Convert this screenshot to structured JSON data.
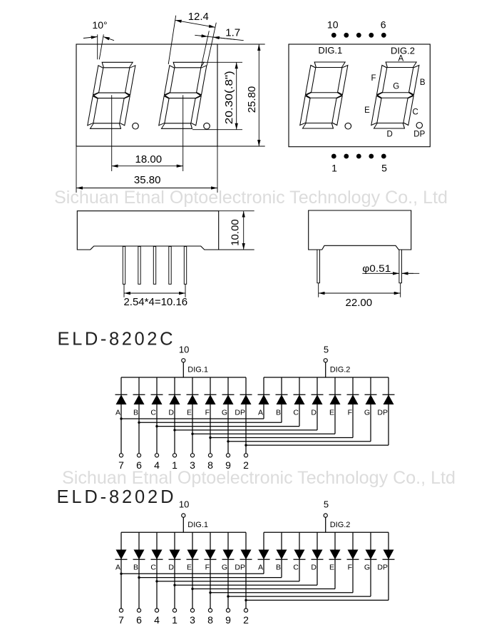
{
  "watermark": "Sichuan Etnal Optoelectronic Technology Co., Ltd",
  "front_view": {
    "angle_label": "10°",
    "digit_width_label": "12.4",
    "segment_width_label": "1.7",
    "digit_height_label": "20.30(.8\")",
    "body_height_label": "25.80",
    "digit_pitch_label": "18.00",
    "body_width_label": "35.80"
  },
  "pin_view": {
    "digit_labels": [
      "DIG.1",
      "DIG.2"
    ],
    "top_row": {
      "left_label": "10",
      "right_label": "6",
      "pin_count": 5
    },
    "bottom_row": {
      "left_label": "1",
      "right_label": "5",
      "pin_count": 5
    },
    "segment_labels": [
      "A",
      "B",
      "C",
      "D",
      "E",
      "F",
      "G",
      "DP"
    ]
  },
  "side_view": {
    "height_label": "10.00",
    "pin_pitch_label": "2.54*4=10.16",
    "pin_count": 5
  },
  "end_view": {
    "row_spacing_label": "22.00",
    "pin_diameter_label": "φ0.51",
    "pin_count": 2
  },
  "schematics": [
    {
      "title": "ELD-8202C",
      "diode_direction": "up",
      "digits": [
        {
          "label": "DIG.1",
          "common_pin": "10"
        },
        {
          "label": "DIG.2",
          "common_pin": "5"
        }
      ],
      "segments": [
        "A",
        "B",
        "C",
        "D",
        "E",
        "F",
        "G",
        "DP"
      ],
      "segment_pins": [
        "7",
        "6",
        "4",
        "1",
        "3",
        "8",
        "9",
        "2"
      ]
    },
    {
      "title": "ELD-8202D",
      "diode_direction": "down",
      "digits": [
        {
          "label": "DIG.1",
          "common_pin": "10"
        },
        {
          "label": "DIG.2",
          "common_pin": "5"
        }
      ],
      "segments": [
        "A",
        "B",
        "C",
        "D",
        "E",
        "F",
        "G",
        "DP"
      ],
      "segment_pins": [
        "7",
        "6",
        "4",
        "1",
        "3",
        "8",
        "9",
        "2"
      ]
    }
  ]
}
